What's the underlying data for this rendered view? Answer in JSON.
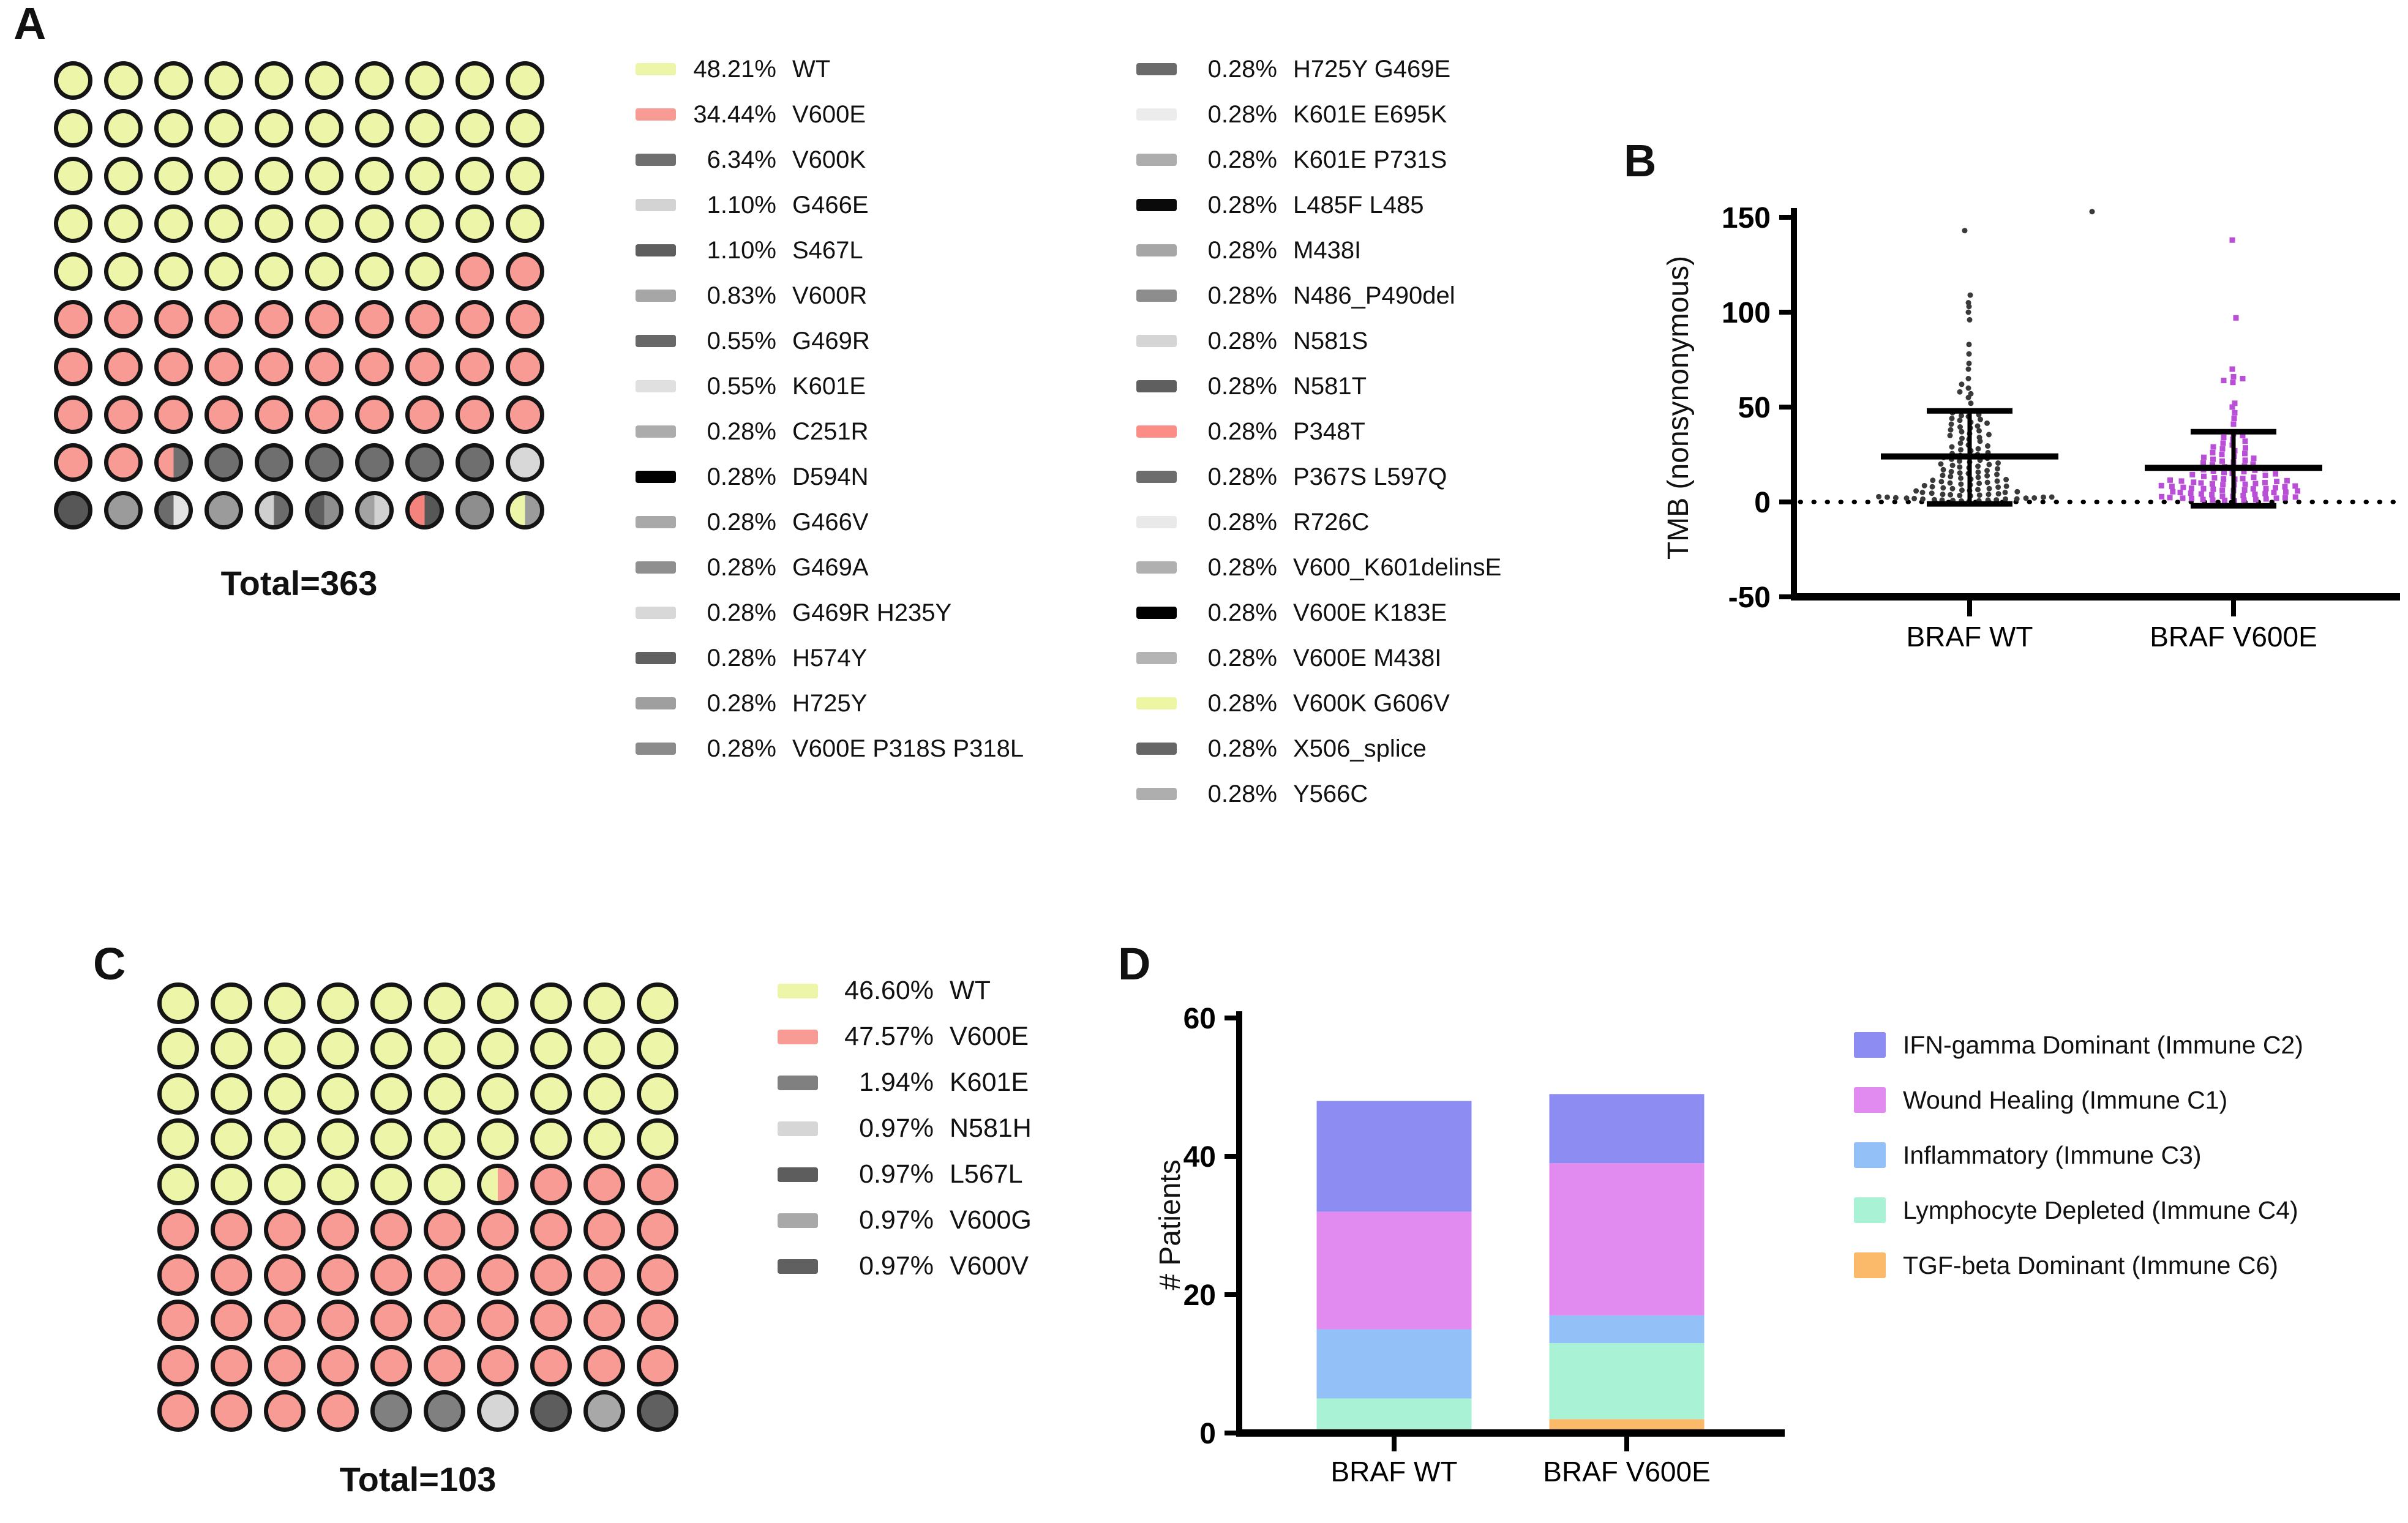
{
  "chart_data": [
    {
      "type": "waffle",
      "panel_letter": "A",
      "total_label": "Total=363",
      "palette": {
        "Y": "#EDF5A8",
        "P": "#F89B94"
      },
      "rows": [
        [
          "Y",
          "Y",
          "Y",
          "Y",
          "Y",
          "Y",
          "Y",
          "Y",
          "Y",
          "Y"
        ],
        [
          "Y",
          "Y",
          "Y",
          "Y",
          "Y",
          "Y",
          "Y",
          "Y",
          "Y",
          "Y"
        ],
        [
          "Y",
          "Y",
          "Y",
          "Y",
          "Y",
          "Y",
          "Y",
          "Y",
          "Y",
          "Y"
        ],
        [
          "Y",
          "Y",
          "Y",
          "Y",
          "Y",
          "Y",
          "Y",
          "Y",
          "Y",
          "Y"
        ],
        [
          "Y",
          "Y",
          "Y",
          "Y",
          "Y",
          "Y",
          "Y",
          "Y",
          "P",
          "P"
        ],
        [
          "P",
          "P",
          "P",
          "P",
          "P",
          "P",
          "P",
          "P",
          "P",
          "P"
        ],
        [
          "P",
          "P",
          "P",
          "P",
          "P",
          "P",
          "P",
          "P",
          "P",
          "P"
        ],
        [
          "P",
          "P",
          "P",
          "P",
          "P",
          "P",
          "P",
          "P",
          "P",
          "P"
        ],
        [
          "P",
          "P",
          "P|#6F6F6F",
          "#6F6F6F",
          "#6F6F6F",
          "#6F6F6F",
          "#6F6F6F",
          "#6F6F6F",
          "#6F6F6F",
          "#D8D8D8"
        ],
        [
          "#575757",
          "#9B9B9B",
          "#6C6C6C|#E3E3E3",
          "#9B9B9B",
          "#CFCFCF|#6C6C6C",
          "#5E5E5E|#8E8E8E",
          "#A3A3A3|#D2D2D2",
          "#F4837D|#575757",
          "#8E8E8E",
          "#EDF5A8|#9B9B9B"
        ]
      ],
      "legend_col1": [
        {
          "pct": "48.21%",
          "name": "WT",
          "color": "#EDF5A8"
        },
        {
          "pct": "34.44%",
          "name": "V600E",
          "color": "#F89B94"
        },
        {
          "pct": "6.34%",
          "name": "V600K",
          "color": "#6F6F6F"
        },
        {
          "pct": "1.10%",
          "name": "G466E",
          "color": "#D3D3D3"
        },
        {
          "pct": "1.10%",
          "name": "S467L",
          "color": "#5E5E5E"
        },
        {
          "pct": "0.83%",
          "name": "V600R",
          "color": "#A6A6A6"
        },
        {
          "pct": "0.55%",
          "name": "G469R",
          "color": "#686868"
        },
        {
          "pct": "0.55%",
          "name": "K601E",
          "color": "#E0E0E0"
        },
        {
          "pct": "0.28%",
          "name": "C251R",
          "color": "#ACACAC"
        },
        {
          "pct": "0.28%",
          "name": "D594N",
          "color": "#000000"
        },
        {
          "pct": "0.28%",
          "name": "G466V",
          "color": "#A9A9A9"
        },
        {
          "pct": "0.28%",
          "name": "G469A",
          "color": "#8F8F8F"
        },
        {
          "pct": "0.28%",
          "name": "G469R H235Y",
          "color": "#D8D8D8"
        },
        {
          "pct": "0.28%",
          "name": "H574Y",
          "color": "#616161"
        },
        {
          "pct": "0.28%",
          "name": "H725Y",
          "color": "#9F9F9F"
        },
        {
          "pct": "0.28%",
          "name": "V600E P318S P318L",
          "color": "#8B8B8B"
        }
      ],
      "legend_col2": [
        {
          "pct": "0.28%",
          "name": "H725Y G469E",
          "color": "#6A6A6A"
        },
        {
          "pct": "0.28%",
          "name": "K601E E695K",
          "color": "#ECECEC"
        },
        {
          "pct": "0.28%",
          "name": "K601E P731S",
          "color": "#ADADAD"
        },
        {
          "pct": "0.28%",
          "name": "L485F L485",
          "color": "#0A0A0A"
        },
        {
          "pct": "0.28%",
          "name": "M438I",
          "color": "#A6A6A6"
        },
        {
          "pct": "0.28%",
          "name": "N486_P490del",
          "color": "#8D8D8D"
        },
        {
          "pct": "0.28%",
          "name": "N581S",
          "color": "#D5D5D5"
        },
        {
          "pct": "0.28%",
          "name": "N581T",
          "color": "#5F5F5F"
        },
        {
          "pct": "0.28%",
          "name": "P348T",
          "color": "#FB8D86"
        },
        {
          "pct": "0.28%",
          "name": "P367S L597Q",
          "color": "#6D6D6D"
        },
        {
          "pct": "0.28%",
          "name": "R726C",
          "color": "#E9E9E9"
        },
        {
          "pct": "0.28%",
          "name": "V600_K601delinsE",
          "color": "#B0B0B0"
        },
        {
          "pct": "0.28%",
          "name": "V600E K183E",
          "color": "#000000"
        },
        {
          "pct": "0.28%",
          "name": "V600E M438I",
          "color": "#B4B4B4"
        },
        {
          "pct": "0.28%",
          "name": "V600K G606V",
          "color": "#EEF6A4"
        },
        {
          "pct": "0.28%",
          "name": "X506_splice",
          "color": "#666666"
        },
        {
          "pct": "0.28%",
          "name": "Y566C",
          "color": "#AEAEAE"
        }
      ]
    },
    {
      "type": "scatter",
      "panel_letter": "B",
      "ylabel": "TMB (nonsynonymous)",
      "yticks": [
        150,
        100,
        50,
        0,
        -50
      ],
      "ylim": [
        -50,
        150
      ],
      "groups": [
        {
          "label": "BRAF WT",
          "marker": "circle",
          "color": "#3A3A3A",
          "mean": 24,
          "sd_top": 48,
          "sd_bottom": -1,
          "values": [
            0.3,
            0.5,
            0.6,
            0.8,
            1,
            1,
            1.1,
            1.2,
            1.5,
            1.5,
            1.6,
            1.8,
            2,
            2,
            2.1,
            2.2,
            2.5,
            2.5,
            2.6,
            2.8,
            3.2,
            3.4,
            3.6,
            3.8,
            4,
            4,
            4.3,
            4.6,
            5,
            5,
            5.4,
            5.8,
            6,
            6.2,
            6.5,
            7,
            7,
            7.4,
            7.8,
            8,
            8.3,
            8.6,
            9,
            9.4,
            9.8,
            10,
            10.3,
            10.7,
            11,
            11.4,
            11.8,
            12,
            12.5,
            13,
            13.4,
            13.8,
            14,
            14.5,
            15,
            15.3,
            15.7,
            16,
            16.5,
            17,
            17.5,
            18,
            18.4,
            18.8,
            19.3,
            19.7,
            20,
            20.5,
            21,
            21.5,
            22,
            22.5,
            23,
            23.5,
            24,
            24.5,
            25,
            25.5,
            26,
            27,
            27.5,
            28,
            29,
            29.5,
            30,
            31,
            32,
            33,
            33.5,
            34,
            35,
            35.5,
            36,
            37,
            37.5,
            38,
            39,
            39.5,
            40,
            41,
            41.5,
            42,
            43,
            43.5,
            44,
            45,
            45.5,
            46,
            47,
            48,
            52,
            55,
            57,
            58,
            60,
            62,
            65,
            70,
            73,
            78,
            83,
            96,
            100,
            103,
            105,
            109
          ],
          "extra": [
            {
              "y": 143,
              "dx": -8
            },
            {
              "y": 153,
              "dx": 200
            }
          ]
        },
        {
          "label": "BRAF V600E",
          "marker": "square",
          "color": "#B94FD6",
          "mean": 18,
          "sd_top": 37,
          "sd_bottom": -2,
          "values": [
            0.5,
            0.8,
            1,
            1,
            1.2,
            1.3,
            1.6,
            1.8,
            2,
            2,
            2.2,
            2.3,
            2.6,
            2.8,
            3,
            3,
            3.4,
            3.8,
            4,
            4.2,
            4.4,
            4.6,
            5,
            5,
            5.2,
            5.4,
            5.8,
            6,
            6.1,
            6.3,
            6.7,
            6.9,
            7,
            7,
            7.2,
            7.5,
            7.7,
            8,
            8.2,
            8.4,
            8.6,
            9,
            9.1,
            9.3,
            9.5,
            9.7,
            10,
            10.2,
            10.4,
            10.8,
            11,
            11.2,
            11.5,
            12,
            12.1,
            12.3,
            12.7,
            13,
            13.5,
            14,
            14.4,
            14.8,
            15,
            15.5,
            16,
            16.3,
            16.7,
            17,
            17.5,
            18,
            18.5,
            19,
            19.5,
            20,
            20.5,
            21,
            21.5,
            22,
            22.5,
            23,
            23.5,
            24,
            25,
            25.5,
            26,
            27,
            28,
            28.5,
            29,
            30,
            31,
            32,
            33,
            34,
            35,
            36,
            41,
            44,
            47,
            50,
            52,
            63,
            64,
            65,
            66,
            70
          ],
          "extra": [
            {
              "y": 97,
              "dx": 4
            },
            {
              "y": 138,
              "dx": -2
            }
          ]
        }
      ]
    },
    {
      "type": "waffle",
      "panel_letter": "C",
      "total_label": "Total=103",
      "palette": {
        "Y": "#EDF5A8",
        "P": "#F89B94"
      },
      "rows": [
        [
          "Y",
          "Y",
          "Y",
          "Y",
          "Y",
          "Y",
          "Y",
          "Y",
          "Y",
          "Y"
        ],
        [
          "Y",
          "Y",
          "Y",
          "Y",
          "Y",
          "Y",
          "Y",
          "Y",
          "Y",
          "Y"
        ],
        [
          "Y",
          "Y",
          "Y",
          "Y",
          "Y",
          "Y",
          "Y",
          "Y",
          "Y",
          "Y"
        ],
        [
          "Y",
          "Y",
          "Y",
          "Y",
          "Y",
          "Y",
          "Y",
          "Y",
          "Y",
          "Y"
        ],
        [
          "Y",
          "Y",
          "Y",
          "Y",
          "Y",
          "Y",
          "Y|P",
          "P",
          "P",
          "P"
        ],
        [
          "P",
          "P",
          "P",
          "P",
          "P",
          "P",
          "P",
          "P",
          "P",
          "P"
        ],
        [
          "P",
          "P",
          "P",
          "P",
          "P",
          "P",
          "P",
          "P",
          "P",
          "P"
        ],
        [
          "P",
          "P",
          "P",
          "P",
          "P",
          "P",
          "P",
          "P",
          "P",
          "P"
        ],
        [
          "P",
          "P",
          "P",
          "P",
          "P",
          "P",
          "P",
          "P",
          "P",
          "P"
        ],
        [
          "P",
          "P",
          "P",
          "P",
          "#808080",
          "#808080",
          "#D6D6D6",
          "#5D5D5D",
          "#A8A8A8",
          "#606060"
        ]
      ],
      "legend_col1": [
        {
          "pct": "46.60%",
          "name": "WT",
          "color": "#EDF5A8"
        },
        {
          "pct": "47.57%",
          "name": "V600E",
          "color": "#F89B94"
        },
        {
          "pct": "1.94%",
          "name": "K601E",
          "color": "#808080"
        },
        {
          "pct": "0.97%",
          "name": "N581H",
          "color": "#D6D6D6"
        },
        {
          "pct": "0.97%",
          "name": "L567L",
          "color": "#5D5D5D"
        },
        {
          "pct": "0.97%",
          "name": "V600G",
          "color": "#A8A8A8"
        },
        {
          "pct": "0.97%",
          "name": "V600V",
          "color": "#606060"
        }
      ]
    },
    {
      "type": "stacked_bar",
      "panel_letter": "D",
      "ylabel": "# Patients",
      "yticks": [
        0,
        20,
        40,
        60
      ],
      "ylim": [
        0,
        60
      ],
      "categories": [
        "BRAF WT",
        "BRAF V600E"
      ],
      "series": [
        {
          "name": "TGF-beta Dominant (Immune C6)",
          "color": "#FBBA69",
          "values": [
            0,
            2
          ]
        },
        {
          "name": "Lymphocyte Depleted (Immune C4)",
          "color": "#AAF2D5",
          "values": [
            5,
            11
          ]
        },
        {
          "name": "Inflammatory (Immune C3)",
          "color": "#92C0F7",
          "values": [
            10,
            4
          ]
        },
        {
          "name": "Wound Healing (Immune C1)",
          "color": "#E18BF0",
          "values": [
            17,
            22
          ]
        },
        {
          "name": "IFN-gamma Dominant (Immune C2)",
          "color": "#8C8CF2",
          "values": [
            16,
            10
          ]
        }
      ],
      "legend": [
        {
          "label": "IFN-gamma Dominant (Immune C2)",
          "color": "#8C8CF2"
        },
        {
          "label": "Wound Healing (Immune C1)",
          "color": "#E18BF0"
        },
        {
          "label": "Inflammatory (Immune C3)",
          "color": "#92C0F7"
        },
        {
          "label": "Lymphocyte Depleted (Immune C4)",
          "color": "#AAF2D5"
        },
        {
          "label": "TGF-beta Dominant (Immune C6)",
          "color": "#FBBA69"
        }
      ]
    }
  ]
}
